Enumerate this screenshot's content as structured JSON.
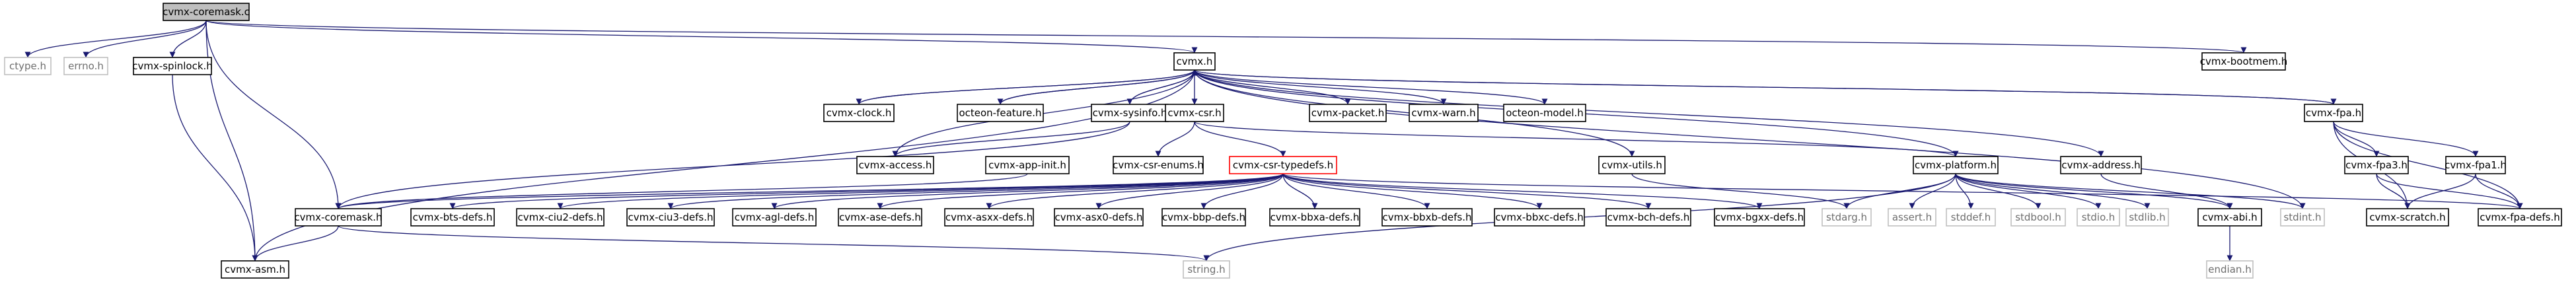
{
  "graph": {
    "title": "",
    "root": "n_coremask_c",
    "nodes": [
      {
        "id": "n_coremask_c",
        "label": "cvmx-coremask.c",
        "style": "root"
      },
      {
        "id": "n_ctype",
        "label": "ctype.h",
        "style": "system"
      },
      {
        "id": "n_errno",
        "label": "errno.h",
        "style": "system"
      },
      {
        "id": "n_spinlock",
        "label": "cvmx-spinlock.h",
        "style": "normal"
      },
      {
        "id": "n_cvmx_h",
        "label": "cvmx.h",
        "style": "normal"
      },
      {
        "id": "n_bootmem",
        "label": "cvmx-bootmem.h",
        "style": "normal"
      },
      {
        "id": "n_clock",
        "label": "cvmx-clock.h",
        "style": "normal"
      },
      {
        "id": "n_octfeat",
        "label": "octeon-feature.h",
        "style": "normal"
      },
      {
        "id": "n_sysinfo",
        "label": "cvmx-sysinfo.h",
        "style": "normal"
      },
      {
        "id": "n_csr",
        "label": "cvmx-csr.h",
        "style": "normal"
      },
      {
        "id": "n_packet",
        "label": "cvmx-packet.h",
        "style": "normal"
      },
      {
        "id": "n_warn",
        "label": "cvmx-warn.h",
        "style": "normal"
      },
      {
        "id": "n_octmodel",
        "label": "octeon-model.h",
        "style": "normal"
      },
      {
        "id": "n_fpa",
        "label": "cvmx-fpa.h",
        "style": "normal"
      },
      {
        "id": "n_access",
        "label": "cvmx-access.h",
        "style": "normal"
      },
      {
        "id": "n_appinit",
        "label": "cvmx-app-init.h",
        "style": "normal"
      },
      {
        "id": "n_csrenums",
        "label": "cvmx-csr-enums.h",
        "style": "normal"
      },
      {
        "id": "n_csrtypedefs",
        "label": "cvmx-csr-typedefs.h",
        "style": "truncated"
      },
      {
        "id": "n_utils",
        "label": "cvmx-utils.h",
        "style": "normal"
      },
      {
        "id": "n_platform",
        "label": "cvmx-platform.h",
        "style": "normal"
      },
      {
        "id": "n_address",
        "label": "cvmx-address.h",
        "style": "normal"
      },
      {
        "id": "n_fpa3",
        "label": "cvmx-fpa3.h",
        "style": "normal"
      },
      {
        "id": "n_fpa1",
        "label": "cvmx-fpa1.h",
        "style": "normal"
      },
      {
        "id": "n_coremask_h",
        "label": "cvmx-coremask.h",
        "style": "normal"
      },
      {
        "id": "n_btsdefs",
        "label": "cvmx-bts-defs.h",
        "style": "normal"
      },
      {
        "id": "n_ciu2defs",
        "label": "cvmx-ciu2-defs.h",
        "style": "normal"
      },
      {
        "id": "n_ciu3defs",
        "label": "cvmx-ciu3-defs.h",
        "style": "normal"
      },
      {
        "id": "n_agldefs",
        "label": "cvmx-agl-defs.h",
        "style": "normal"
      },
      {
        "id": "n_asedefs",
        "label": "cvmx-ase-defs.h",
        "style": "normal"
      },
      {
        "id": "n_asxxdefs",
        "label": "cvmx-asxx-defs.h",
        "style": "normal"
      },
      {
        "id": "n_asx0defs",
        "label": "cvmx-asx0-defs.h",
        "style": "normal"
      },
      {
        "id": "n_bbpdefs",
        "label": "cvmx-bbp-defs.h",
        "style": "normal"
      },
      {
        "id": "n_bbxadefs",
        "label": "cvmx-bbxa-defs.h",
        "style": "normal"
      },
      {
        "id": "n_bbxbdefs",
        "label": "cvmx-bbxb-defs.h",
        "style": "normal"
      },
      {
        "id": "n_bbxcdefs",
        "label": "cvmx-bbxc-defs.h",
        "style": "normal"
      },
      {
        "id": "n_bchdefs",
        "label": "cvmx-bch-defs.h",
        "style": "normal"
      },
      {
        "id": "n_bgxxdefs",
        "label": "cvmx-bgxx-defs.h",
        "style": "normal"
      },
      {
        "id": "n_stdarg",
        "label": "stdarg.h",
        "style": "system"
      },
      {
        "id": "n_assert",
        "label": "assert.h",
        "style": "system"
      },
      {
        "id": "n_stddef",
        "label": "stddef.h",
        "style": "system"
      },
      {
        "id": "n_stdbool",
        "label": "stdbool.h",
        "style": "system"
      },
      {
        "id": "n_stdio",
        "label": "stdio.h",
        "style": "system"
      },
      {
        "id": "n_stdlib",
        "label": "stdlib.h",
        "style": "system"
      },
      {
        "id": "n_abi",
        "label": "cvmx-abi.h",
        "style": "normal"
      },
      {
        "id": "n_stdint",
        "label": "stdint.h",
        "style": "system"
      },
      {
        "id": "n_scratch",
        "label": "cvmx-scratch.h",
        "style": "normal"
      },
      {
        "id": "n_fpadefs",
        "label": "cvmx-fpa-defs.h",
        "style": "normal"
      },
      {
        "id": "n_asm",
        "label": "cvmx-asm.h",
        "style": "normal"
      },
      {
        "id": "n_string",
        "label": "string.h",
        "style": "system"
      },
      {
        "id": "n_endian",
        "label": "endian.h",
        "style": "system"
      }
    ],
    "edges": [
      [
        "n_coremask_c",
        "n_ctype"
      ],
      [
        "n_coremask_c",
        "n_errno"
      ],
      [
        "n_coremask_c",
        "n_spinlock"
      ],
      [
        "n_coremask_c",
        "n_cvmx_h"
      ],
      [
        "n_coremask_c",
        "n_bootmem"
      ],
      [
        "n_coremask_c",
        "n_coremask_h"
      ],
      [
        "n_coremask_c",
        "n_asm"
      ],
      [
        "n_spinlock",
        "n_asm"
      ],
      [
        "n_cvmx_h",
        "n_clock"
      ],
      [
        "n_cvmx_h",
        "n_octfeat"
      ],
      [
        "n_cvmx_h",
        "n_sysinfo"
      ],
      [
        "n_cvmx_h",
        "n_csr"
      ],
      [
        "n_cvmx_h",
        "n_packet"
      ],
      [
        "n_cvmx_h",
        "n_warn"
      ],
      [
        "n_cvmx_h",
        "n_octmodel"
      ],
      [
        "n_cvmx_h",
        "n_fpa"
      ],
      [
        "n_cvmx_h",
        "n_access"
      ],
      [
        "n_cvmx_h",
        "n_utils"
      ],
      [
        "n_cvmx_h",
        "n_platform"
      ],
      [
        "n_cvmx_h",
        "n_address"
      ],
      [
        "n_cvmx_h",
        "n_stdint"
      ],
      [
        "n_cvmx_h",
        "n_asm"
      ],
      [
        "n_clock",
        "n_cvmx_h"
      ],
      [
        "n_octfeat",
        "n_cvmx_h"
      ],
      [
        "n_sysinfo",
        "n_cvmx_h"
      ],
      [
        "n_fpa",
        "n_cvmx_h"
      ],
      [
        "n_sysinfo",
        "n_access"
      ],
      [
        "n_sysinfo",
        "n_coremask_h"
      ],
      [
        "n_csr",
        "n_csrenums"
      ],
      [
        "n_csr",
        "n_csrtypedefs"
      ],
      [
        "n_csr",
        "n_platform"
      ],
      [
        "n_appinit",
        "n_coremask_h"
      ],
      [
        "n_csrtypedefs",
        "n_coremask_h"
      ],
      [
        "n_csrtypedefs",
        "n_btsdefs"
      ],
      [
        "n_csrtypedefs",
        "n_ciu2defs"
      ],
      [
        "n_csrtypedefs",
        "n_ciu3defs"
      ],
      [
        "n_csrtypedefs",
        "n_agldefs"
      ],
      [
        "n_csrtypedefs",
        "n_asedefs"
      ],
      [
        "n_csrtypedefs",
        "n_asxxdefs"
      ],
      [
        "n_csrtypedefs",
        "n_asx0defs"
      ],
      [
        "n_csrtypedefs",
        "n_bbpdefs"
      ],
      [
        "n_csrtypedefs",
        "n_bbxadefs"
      ],
      [
        "n_csrtypedefs",
        "n_bbxbdefs"
      ],
      [
        "n_csrtypedefs",
        "n_bbxcdefs"
      ],
      [
        "n_csrtypedefs",
        "n_bchdefs"
      ],
      [
        "n_csrtypedefs",
        "n_bgxxdefs"
      ],
      [
        "n_csrtypedefs",
        "n_fpadefs"
      ],
      [
        "n_coremask_h",
        "n_asm"
      ],
      [
        "n_coremask_h",
        "n_string"
      ],
      [
        "n_utils",
        "n_stdarg"
      ],
      [
        "n_platform",
        "n_stdarg"
      ],
      [
        "n_platform",
        "n_assert"
      ],
      [
        "n_platform",
        "n_stddef"
      ],
      [
        "n_platform",
        "n_stdbool"
      ],
      [
        "n_platform",
        "n_stdio"
      ],
      [
        "n_platform",
        "n_stdlib"
      ],
      [
        "n_platform",
        "n_abi"
      ],
      [
        "n_platform",
        "n_stdint"
      ],
      [
        "n_platform",
        "n_string"
      ],
      [
        "n_address",
        "n_abi"
      ],
      [
        "n_abi",
        "n_endian"
      ],
      [
        "n_fpa",
        "n_fpa3"
      ],
      [
        "n_fpa",
        "n_fpa1"
      ],
      [
        "n_fpa",
        "n_scratch"
      ],
      [
        "n_fpa",
        "n_fpadefs"
      ],
      [
        "n_fpa3",
        "n_scratch"
      ],
      [
        "n_fpa3",
        "n_fpadefs"
      ],
      [
        "n_fpa1",
        "n_scratch"
      ],
      [
        "n_fpa1",
        "n_fpadefs"
      ]
    ]
  },
  "colors": {
    "edge": "#191970",
    "normal_border": "#000000",
    "normal_fill": "#ffffff",
    "normal_text": "#000000",
    "root_fill": "#bfbfbf",
    "root_border": "#000000",
    "system_border": "#bfbfbf",
    "system_text": "#6e6e6e",
    "truncated_border": "#ff0000"
  }
}
